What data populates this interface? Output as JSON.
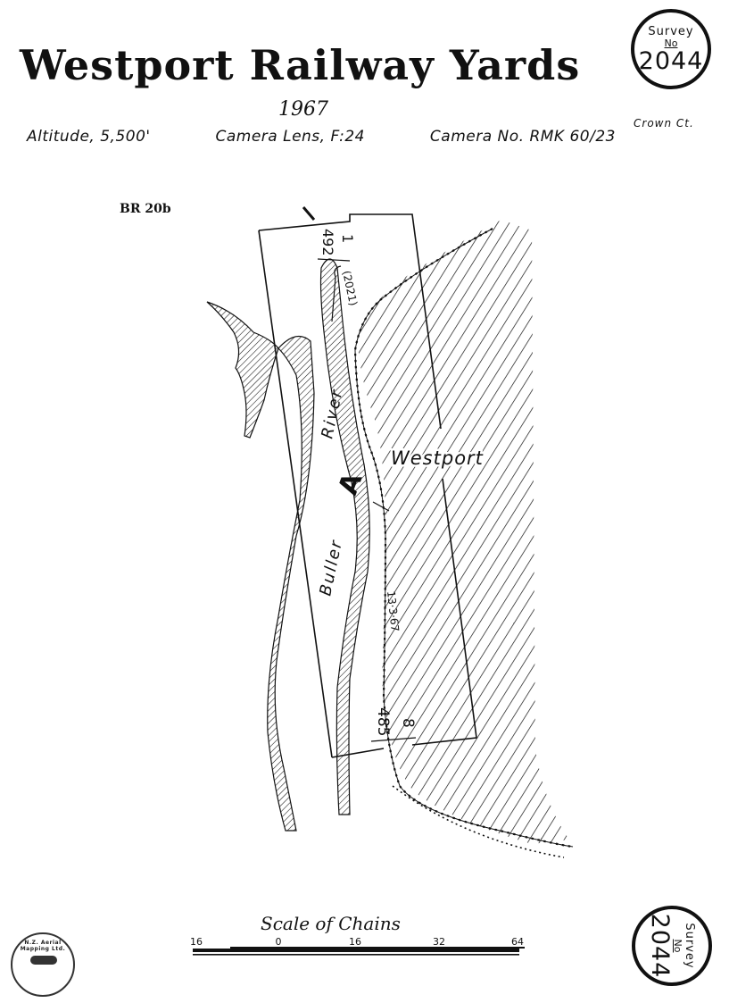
{
  "header": {
    "title": "Westport Railway Yards",
    "year": "1967",
    "altitude": "Altitude, 5,500'",
    "lens": "Camera Lens, F:24",
    "camera": "Camera No. RMK 60/23",
    "crown": "Crown Ct.",
    "sheet": "BR 20b"
  },
  "survey": {
    "word": "Survey",
    "no": "No",
    "number": "2044"
  },
  "map": {
    "labels": {
      "river_upper": "River",
      "river_lower": "Buller",
      "town": "Westport",
      "point": "A",
      "bracket": "(2021)",
      "date": "13·3·67"
    },
    "run_top": {
      "left": "492",
      "right": "1"
    },
    "run_bottom": {
      "left": "485",
      "right": "8"
    }
  },
  "scale": {
    "title": "Scale of Chains",
    "ticks": [
      "16",
      "0",
      "16",
      "32",
      "64"
    ]
  },
  "logo": {
    "text": "N.Z. Aerial Mapping Ltd."
  }
}
